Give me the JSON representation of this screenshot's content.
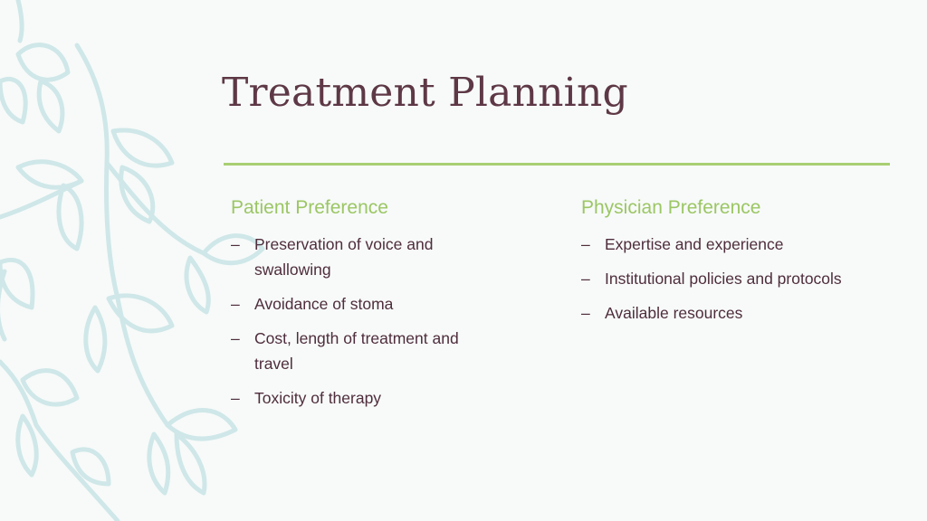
{
  "slide": {
    "title": "Treatment Planning",
    "accent_color": "#a9cf72",
    "title_color": "#5e3846",
    "text_color": "#4f2d3c",
    "decoration": "vine-leaves-illustration"
  },
  "columns": [
    {
      "heading": "Patient Preference",
      "bullet_glyph": "–",
      "items": [
        "Preservation of voice and swallowing",
        "Avoidance of stoma",
        "Cost, length of treatment and travel",
        "Toxicity of therapy"
      ]
    },
    {
      "heading": "Physician Preference",
      "bullet_glyph": "–",
      "items": [
        "Expertise and experience",
        "Institutional policies and protocols",
        "Available resources"
      ]
    }
  ]
}
